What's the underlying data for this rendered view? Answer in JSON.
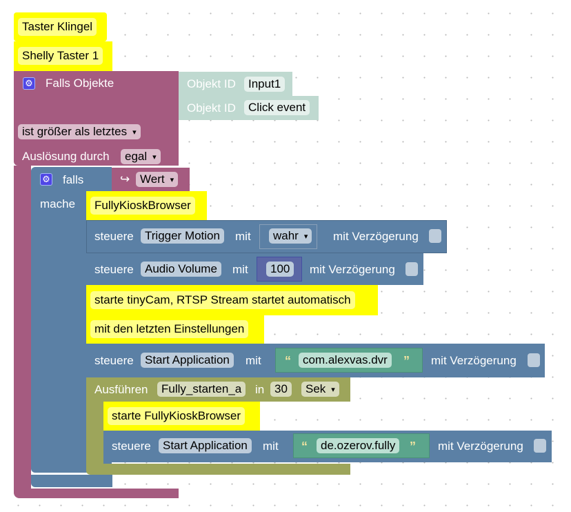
{
  "comments": {
    "taster_klingel": "Taster Klingel",
    "shelly_taster": "Shelly Taster 1",
    "fully_kiosk": "FullyKioskBrowser",
    "tinycam": "starte tinyCam, RTSP Stream startet automatisch",
    "letzten": "mit den letzten Einstellungen",
    "starte_fully": "starte FullyKioskBrowser"
  },
  "trigger_block": {
    "title": "Falls Objekte",
    "objects": [
      {
        "label": "Objekt ID",
        "value": "Input1"
      },
      {
        "label": "Objekt ID",
        "value": "Click event"
      }
    ],
    "condition": "ist größer als letztes",
    "source_label": "Auslösung durch",
    "source_value": "egal"
  },
  "if_block": {
    "falls_label": "falls",
    "mache_label": "mache",
    "value_arrow": "↪",
    "value": "Wert"
  },
  "controls": [
    {
      "steuere": "steuere",
      "target": "Trigger Motion",
      "mit": "mit",
      "value": "wahr",
      "delay_label": "mit Verzögerung"
    },
    {
      "steuere": "steuere",
      "target": "Audio Volume",
      "mit": "mit",
      "value": "100",
      "delay_label": "mit Verzögerung"
    },
    {
      "steuere": "steuere",
      "target": "Start Application",
      "mit": "mit",
      "value": "com.alexvas.dvr",
      "delay_label": "mit Verzögerung"
    },
    {
      "steuere": "steuere",
      "target": "Start Application",
      "mit": "mit",
      "value": "de.ozerov.fully",
      "delay_label": "mit Verzögerung"
    }
  ],
  "timeout_block": {
    "label": "Ausführen",
    "name": "Fully_starten_a",
    "in_label": "in",
    "delay": "30",
    "unit": "Sek"
  },
  "quotes": {
    "open": "“",
    "close": "”"
  },
  "icons": {
    "gear": "⚙"
  }
}
